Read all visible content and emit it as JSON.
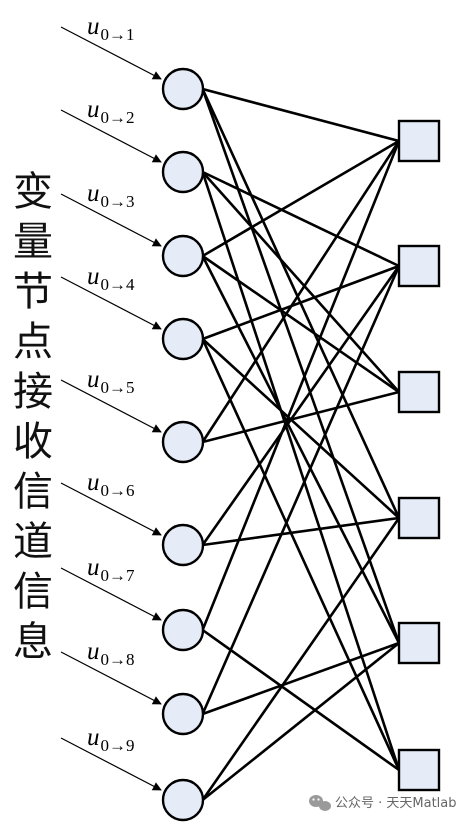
{
  "diagram": {
    "side_label": "变量节点接收信道信息",
    "variable_nodes": [
      {
        "label_main": "u",
        "label_sub": "0→1"
      },
      {
        "label_main": "u",
        "label_sub": "0→2"
      },
      {
        "label_main": "u",
        "label_sub": "0→3"
      },
      {
        "label_main": "u",
        "label_sub": "0→4"
      },
      {
        "label_main": "u",
        "label_sub": "0→5"
      },
      {
        "label_main": "u",
        "label_sub": "0→6"
      },
      {
        "label_main": "u",
        "label_sub": "0→7"
      },
      {
        "label_main": "u",
        "label_sub": "0→8"
      },
      {
        "label_main": "u",
        "label_sub": "0→9"
      }
    ],
    "check_node_count": 6,
    "edges": [
      [
        0,
        0
      ],
      [
        0,
        3
      ],
      [
        0,
        4
      ],
      [
        1,
        1
      ],
      [
        1,
        2
      ],
      [
        1,
        5
      ],
      [
        2,
        0
      ],
      [
        2,
        2
      ],
      [
        2,
        4
      ],
      [
        3,
        1
      ],
      [
        3,
        3
      ],
      [
        3,
        5
      ],
      [
        4,
        0
      ],
      [
        4,
        2
      ],
      [
        5,
        1
      ],
      [
        5,
        3
      ],
      [
        6,
        0
      ],
      [
        6,
        5
      ],
      [
        7,
        1
      ],
      [
        7,
        4
      ],
      [
        8,
        3
      ],
      [
        8,
        4
      ]
    ],
    "colors": {
      "node_fill": "#e6ecf7",
      "stroke": "#000000"
    }
  },
  "watermark": {
    "text": "公众号 · 天天Matlab",
    "icon": "wechat-icon"
  }
}
